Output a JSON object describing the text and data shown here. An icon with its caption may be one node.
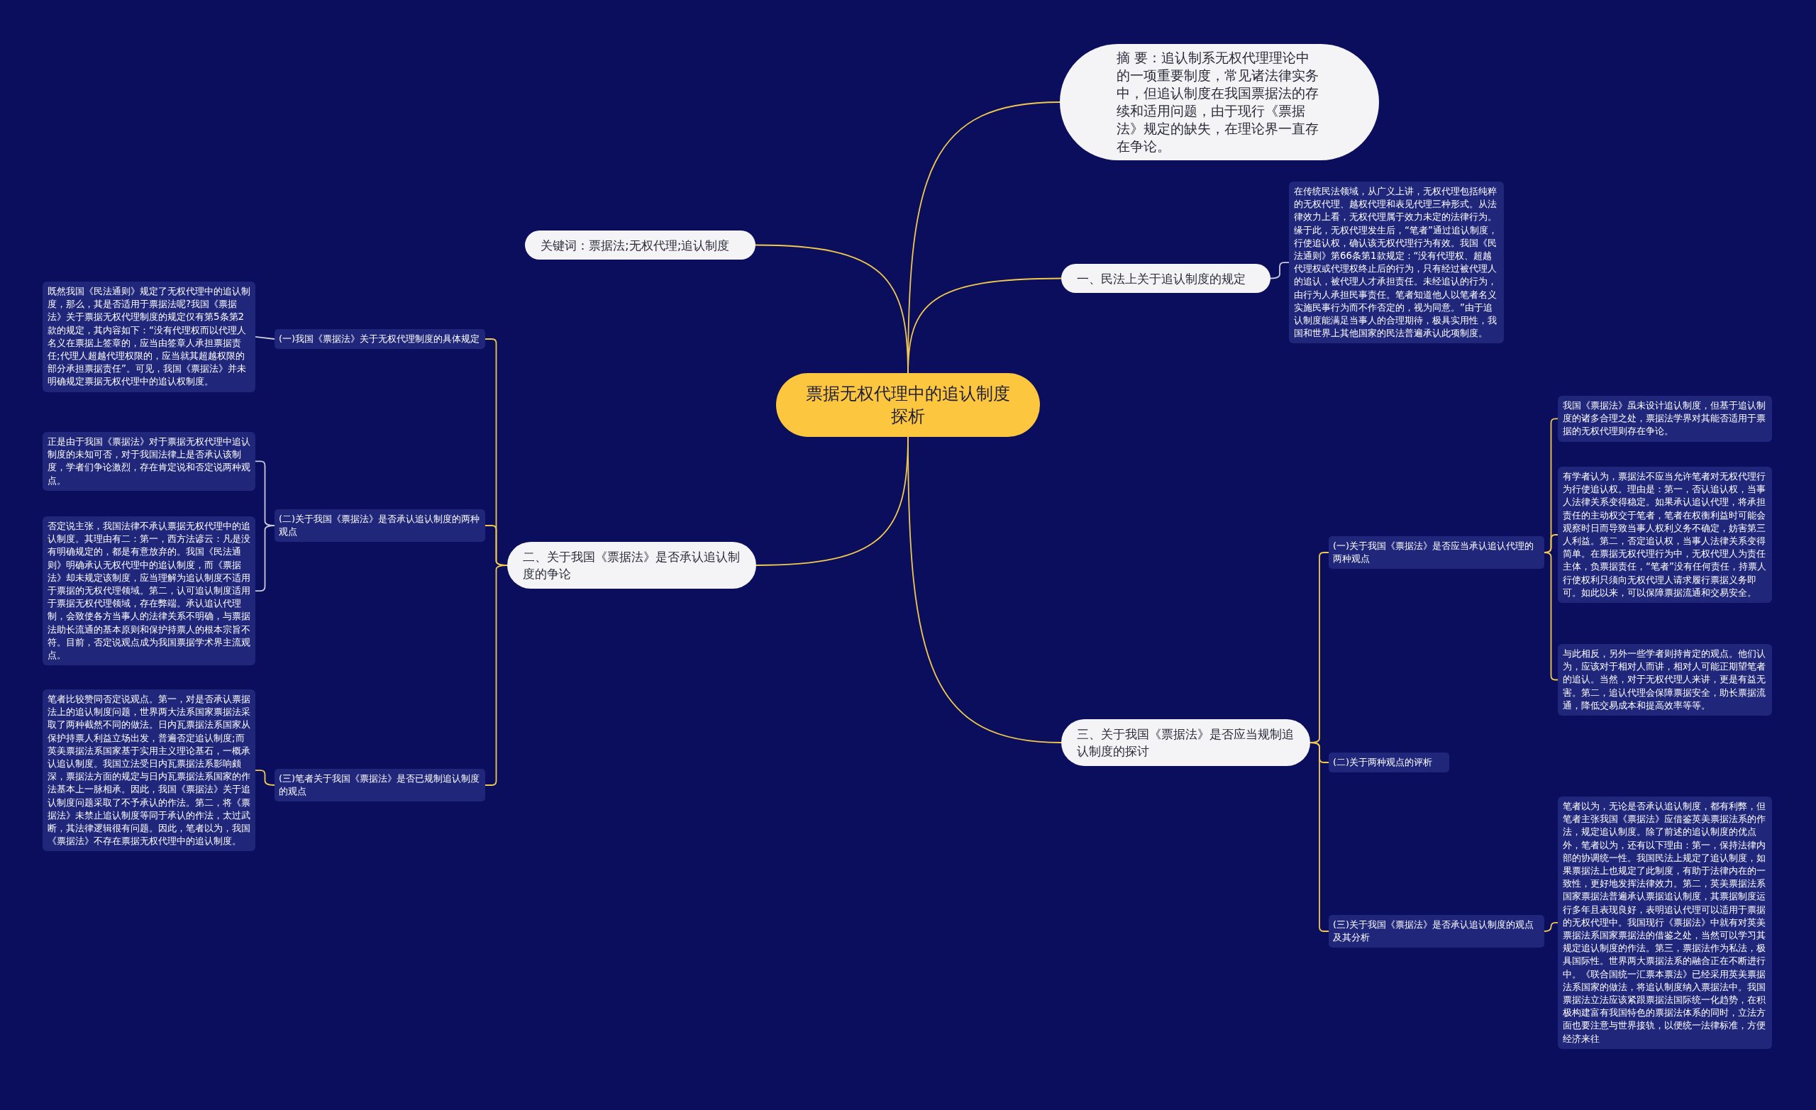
{
  "diagram": {
    "nodes": [
      {
        "text": [
          "票据无权代理中的追认制度探析"
        ]
      },
      {
        "text": [
          "摘 要：追认制系无权代理理论中的一项重要制度，常见诸法律实务中，但追认制度在我国票据法的存续和适用问题，由于现行《票据法》规定的缺失，在理论界一直存在争论。"
        ]
      },
      {
        "text": [
          "关键词：票据法;无权代理;追认制度"
        ]
      },
      {
        "text": [
          "一、民法上关于追认制度的规定"
        ]
      },
      {
        "text": [
          "在传统民法领域，从广义上讲，无权代理包括纯粹的无权代理、越权代理和表见代理三种形式。从法律效力上看，无权代理属于效力未定的法律行为。缘于此，无权代理发生后，“笔者”通过追认制度，行使追认权，确认该无权代理行为有效。我国《民法通则》第66条第1款规定：“没有代理权、超越代理权或代理权终止后的行为，只有经过被代理人的追认，被代理人才承担责任。未经追认的行为，由行为人承担民事责任。笔者知道他人以笔者名义实施民事行为而不作否定的，视为同意。”由于追认制度能满足当事人的合理期待，极具实用性，我国和世界上其他国家的民法普遍承认此项制度。"
        ]
      },
      {
        "text": [
          "二、关于我国《票据法》是否承认追认制度的争论"
        ]
      },
      {
        "text": [
          "(一)我国《票据法》关于无权代理制度的具体规定"
        ]
      },
      {
        "text": [
          "既然我国《民法通则》规定了无权代理中的追认制度，那么，其是否适用于票据法呢?我国《票据法》关于票据无权代理制度的规定仅有第5条第2款的规定，其内容如下：“没有代理权而以代理人名义在票据上签章的，应当由签章人承担票据责任;代理人超越代理权限的，应当就其超越权限的部分承担票据责任”。可见，我国《票据法》并未明确规定票据无权代理中的追认权制度。"
        ]
      },
      {
        "text": [
          "(二)关于我国《票据法》是否承认追认制度的两种观点"
        ]
      },
      {
        "text": [
          "正是由于我国《票据法》对于票据无权代理中追认制度的未知可否，对于我国法律上是否承认该制度，学者们争论激烈，存在肯定说和否定说两种观点。"
        ]
      },
      {
        "text": [
          "否定说主张，我国法律不承认票据无权代理中的追认制度。其理由有二：第一，西方法谚云：凡是没有明确规定的，都是有意放弃的。我国《民法通则》明确承认无权代理中的追认制度，而《票据法》却未规定该制度，应当理解为追认制度不适用于票据的无权代理领域。第二，认可追认制度适用于票据无权代理领域，存在弊端。承认追认代理制，会致使各方当事人的法律关系不明确，与票据法助长流通的基本原则和保护持票人的根本宗旨不符。目前，否定说观点成为我国票据学术界主流观点。"
        ]
      },
      {
        "text": [
          "(三)笔者关于我国《票据法》是否已规制追认制度的观点"
        ]
      },
      {
        "text": [
          "笔者比较赞同否定说观点。第一，对是否承认票据法上的追认制度问题，世界两大法系国家票据法采取了两种截然不同的做法。日内瓦票据法系国家从保护持票人利益立场出发，普遍否定追认制度;而英美票据法系国家基于实用主义理论基石，一概承认追认制度。我国立法受日内瓦票据法系影响颇深，票据法方面的规定与日内瓦票据法系国家的作法基本上一脉相承。因此，我国《票据法》关于追认制度问题采取了不予承认的作法。第二，将《票据法》未禁止追认制度等同于承认的作法，太过武断，其法律逻辑很有问题。因此，笔者以为，我国《票据法》不存在票据无权代理中的追认制度。"
        ]
      },
      {
        "text": [
          "三、关于我国《票据法》是否应当规制追认制度的探讨"
        ]
      },
      {
        "text": [
          "(一)关于我国《票据法》是否应当承认追认代理的两种观点"
        ]
      },
      {
        "text": [
          "我国《票据法》虽未设计追认制度，但基于追认制度的诸多合理之处，票据法学界对其能否适用于票据的无权代理则存在争论。"
        ]
      },
      {
        "text": [
          "有学者认为，票据法不应当允许笔者对无权代理行为行使追认权。理由是：第一，否认追认权，当事人法律关系变得稳定。如果承认追认代理，将承担责任的主动权交于笔者，笔者在权衡利益时可能会观察时日而导致当事人权利义务不确定，妨害第三人利益。第二，否定追认权，当事人法律关系变得简单。在票据无权代理行为中，无权代理人为责任主体，负票据责任，“笔者”没有任何责任，持票人行使权利只须向无权代理人请求履行票据义务即可。如此以来，可以保障票据流通和交易安全。"
        ]
      },
      {
        "text": [
          "与此相反，另外一些学者则持肯定的观点。他们认为，应该对于相对人而讲，相对人可能正期望笔者的追认。当然，对于无权代理人来讲，更是有益无害。第二，追认代理会保障票据安全，助长票据流通，降低交易成本和提高效率等等。"
        ]
      },
      {
        "text": [
          "(二)关于两种观点的评析"
        ]
      },
      {
        "text": [
          "(三)关于我国《票据法》是否承认追认制度的观点及其分析"
        ]
      },
      {
        "text": [
          "笔者以为，无论是否承认追认制度，都有利弊，但笔者主张我国《票据法》应借鉴英美票据法系的作法，规定追认制度。除了前述的追认制度的优点外，笔者以为，还有以下理由：第一，保持法律内部的协调统一性。我国民法上规定了追认制度，如果票据法上也规定了此制度，有助于法律内在的一致性，更好地发挥法律效力。第二，英美票据法系国家票据法普遍承认票据追认制度，其票据制度运行多年且表现良好，表明追认代理可以适用于票据的无权代理中。我国现行《票据法》中就有对英美票据法系国家票据法的借鉴之处，当然可以学习其规定追认制度的作法。第三，票据法作为私法，极具国际性。世界两大票据法系的融合正在不断进行中。《联合国统一汇票本票法》已经采用英美票据法系国家的做法，将追认制度纳入票据法中。我国票据法立法应该紧跟票据法国际统一化趋势，在积极构建富有我国特色的票据法体系的同时，立法方面也要注意与世界接轨，以便统一法律标准，方便经济来往"
        ]
      }
    ],
    "edges": [
      {
        "from": 0,
        "to": 1,
        "arrow": "none"
      },
      {
        "from": 0,
        "to": 2,
        "arrow": "none"
      },
      {
        "from": 0,
        "to": 3,
        "arrow": "none"
      },
      {
        "from": 3,
        "to": 4,
        "arrow": "none",
        "color": "#c9cbd8"
      },
      {
        "from": 0,
        "to": 5,
        "arrow": "none"
      },
      {
        "from": 5,
        "to": 6,
        "arrow": "none"
      },
      {
        "from": 6,
        "to": 7,
        "arrow": "none",
        "color": "#c9cbd8"
      },
      {
        "from": 5,
        "to": 8,
        "arrow": "none"
      },
      {
        "from": 8,
        "to": 9,
        "arrow": "none",
        "color": "#c9cbd8"
      },
      {
        "from": 8,
        "to": 10,
        "arrow": "none",
        "color": "#c9cbd8"
      },
      {
        "from": 5,
        "to": 11,
        "arrow": "none"
      },
      {
        "from": 11,
        "to": 12,
        "arrow": "none"
      },
      {
        "from": 0,
        "to": 13,
        "arrow": "none"
      },
      {
        "from": 13,
        "to": 14,
        "arrow": "none"
      },
      {
        "from": 14,
        "to": 15,
        "arrow": "none"
      },
      {
        "from": 14,
        "to": 16,
        "arrow": "none"
      },
      {
        "from": 14,
        "to": 17,
        "arrow": "none"
      },
      {
        "from": 13,
        "to": 18,
        "arrow": "none"
      },
      {
        "from": 13,
        "to": 19,
        "arrow": "none"
      },
      {
        "from": 19,
        "to": 20,
        "arrow": "none"
      }
    ]
  }
}
